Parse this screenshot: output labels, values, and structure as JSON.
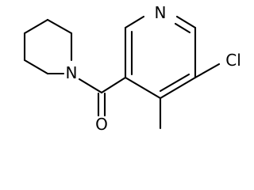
{
  "molecule": {
    "atoms": {
      "N_ring": "N",
      "N_amide": "N",
      "O": "O",
      "Cl": "Cl"
    }
  }
}
